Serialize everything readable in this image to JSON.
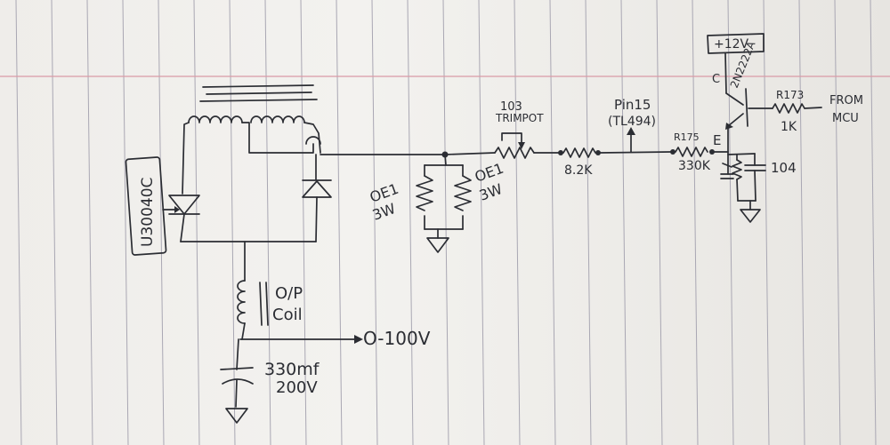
{
  "labels": {
    "part_code": "U30040C",
    "output_coil": "O/P",
    "output_coil_word": "Coil",
    "output_range": "O-100V",
    "capacitor_value": "330mf",
    "capacitor_voltage": "200V",
    "load_resistor_1": "OE1",
    "load_resistor_1_power": "3W",
    "load_resistor_2": "OE1",
    "load_resistor_2_power": "3W",
    "trimpot_value": "103",
    "trimpot_name": "TRIMPOT",
    "series_resistor": "8.2K",
    "pin_label": "Pin15",
    "chip_label": "(TL494)",
    "r175_name": "R175",
    "r175_value": "330K",
    "supply": "+12V",
    "transistor": "2N2222A",
    "collector_letter": "C",
    "emitter_letter": "E",
    "r173_name": "R173",
    "r173_value": "1K",
    "from_text": "FROM",
    "mcu_text": "MCU",
    "cap_code": "104"
  },
  "colors": {
    "ink": "#2b2d33",
    "paper": "#f1f0ed",
    "rule_vertical": "#a9a7b3",
    "rule_margin": "#d99aa6"
  }
}
